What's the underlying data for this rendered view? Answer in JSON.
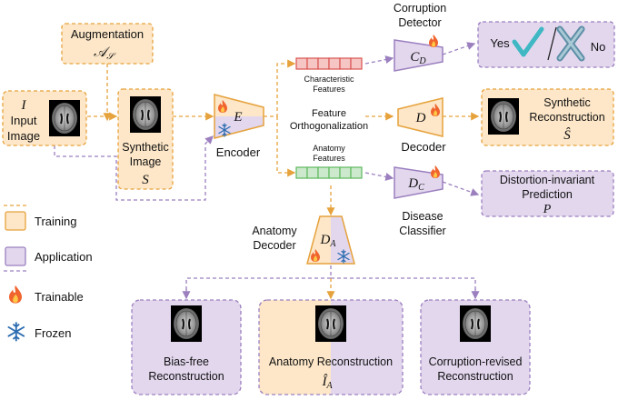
{
  "input": {
    "symbol": "I",
    "label_line1": "Input",
    "label_line2": "Image"
  },
  "augmentation": {
    "label": "Augmentation",
    "symbol": "𝒜",
    "subscript": "𝒮"
  },
  "synthetic": {
    "label_line1": "Synthetic",
    "label_line2": "Image",
    "symbol": "S"
  },
  "encoder": {
    "symbol": "E",
    "label": "Encoder"
  },
  "features": {
    "characteristic_line1": "Characteristic",
    "characteristic_line2": "Features",
    "ortho_line1": "Feature",
    "ortho_line2": "Orthogonalization",
    "anatomy_line1": "Anatomy",
    "anatomy_line2": "Features"
  },
  "corruption_detector": {
    "label_line1": "Corruption",
    "label_line2": "Detector",
    "symbol": "C",
    "subscript": "D"
  },
  "yes_no": {
    "yes": "Yes",
    "no": "No"
  },
  "decoder": {
    "symbol": "D",
    "label": "Decoder"
  },
  "synthetic_reconstruction": {
    "label_line1": "Synthetic",
    "label_line2": "Reconstruction",
    "symbol": "Ŝ"
  },
  "disease_classifier": {
    "symbol": "D",
    "subscript": "C",
    "label_line1": "Disease",
    "label_line2": "Classifier"
  },
  "prediction": {
    "label_line1": "Distortion-invariant",
    "label_line2": "Prediction",
    "symbol": "P"
  },
  "anatomy_decoder": {
    "label_line1": "Anatomy",
    "label_line2": "Decoder",
    "symbol": "D",
    "subscript": "A"
  },
  "legend": {
    "training": "Training",
    "application": "Application",
    "trainable": "Trainable",
    "frozen": "Frozen"
  },
  "outputs": {
    "bias_free_line1": "Bias-free",
    "bias_free_line2": "Reconstruction",
    "anatomy_label": "Anatomy Reconstruction",
    "anatomy_symbol": "Î",
    "anatomy_subscript": "A",
    "corruption_revised_line1": "Corruption-revised",
    "corruption_revised_line2": "Reconstruction"
  },
  "colors": {
    "training_fill": "#fde7c8",
    "training_stroke": "#e6a23c",
    "application_fill": "#e3d7ee",
    "application_stroke": "#9b7fbf",
    "char_features": "#d9534f",
    "anat_features": "#5cb85c"
  }
}
